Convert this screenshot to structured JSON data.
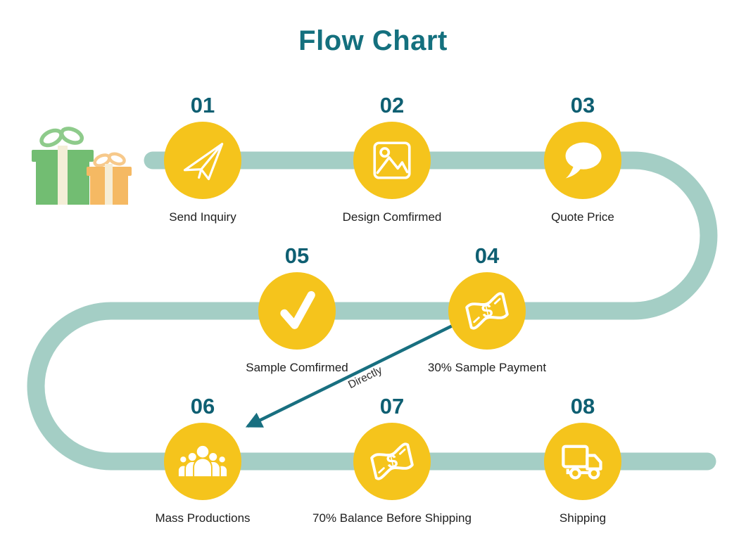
{
  "title": "Flow Chart",
  "arrow_label": "Directly",
  "colors": {
    "title_teal": "#14707E",
    "number_teal": "#0E5F72",
    "path_sage": "#A4CEC5",
    "circle_yellow": "#F5C41C",
    "arrow_teal": "#186F80",
    "label_text": "#1E1E1E",
    "gift_green": "#72BD72",
    "gift_orange": "#F5B963"
  },
  "steps": [
    {
      "number": "01",
      "label": "Send Inquiry",
      "icon": "paper-plane-icon"
    },
    {
      "number": "02",
      "label": "Design Comfirmed",
      "icon": "image-icon"
    },
    {
      "number": "03",
      "label": "Quote Price",
      "icon": "speech-bubble-icon"
    },
    {
      "number": "04",
      "label": "30% Sample Payment",
      "icon": "banknote-icon"
    },
    {
      "number": "05",
      "label": "Sample Comfirmed",
      "icon": "checkmark-icon"
    },
    {
      "number": "06",
      "label": "Mass Productions",
      "icon": "people-icon"
    },
    {
      "number": "07",
      "label": "70% Balance Before Shipping",
      "icon": "banknote-icon"
    },
    {
      "number": "08",
      "label": "Shipping",
      "icon": "truck-icon"
    }
  ],
  "decorations": {
    "gift_boxes": [
      "green-gift-icon",
      "orange-gift-icon"
    ]
  }
}
